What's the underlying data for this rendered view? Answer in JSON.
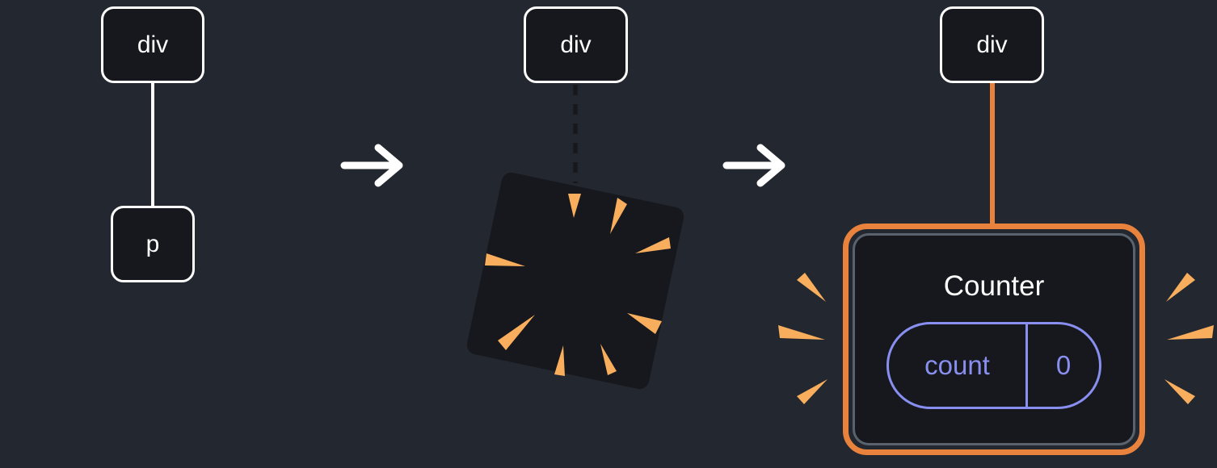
{
  "stage1": {
    "parent_label": "div",
    "child_label": "p"
  },
  "stage2": {
    "parent_label": "div"
  },
  "stage3": {
    "parent_label": "div",
    "component": {
      "title": "Counter",
      "state_key": "count",
      "state_value": "0"
    }
  },
  "icons": {
    "arrow": "arrow-right-icon",
    "burst": "destroyed-node-burst-icon",
    "sparks": "highlight-sparks-icon"
  },
  "colors": {
    "background": "#23272F",
    "node_fill": "#16181D",
    "node_border": "#FFFFFF",
    "text": "#FFFFFF",
    "connector_white": "#FFFFFF",
    "connector_dashed": "#16181D",
    "accent_orange": "#E8823D",
    "spark_orange": "#F8AE5C",
    "state_purple": "#898FF0",
    "inner_border_gray": "#5A626E"
  }
}
